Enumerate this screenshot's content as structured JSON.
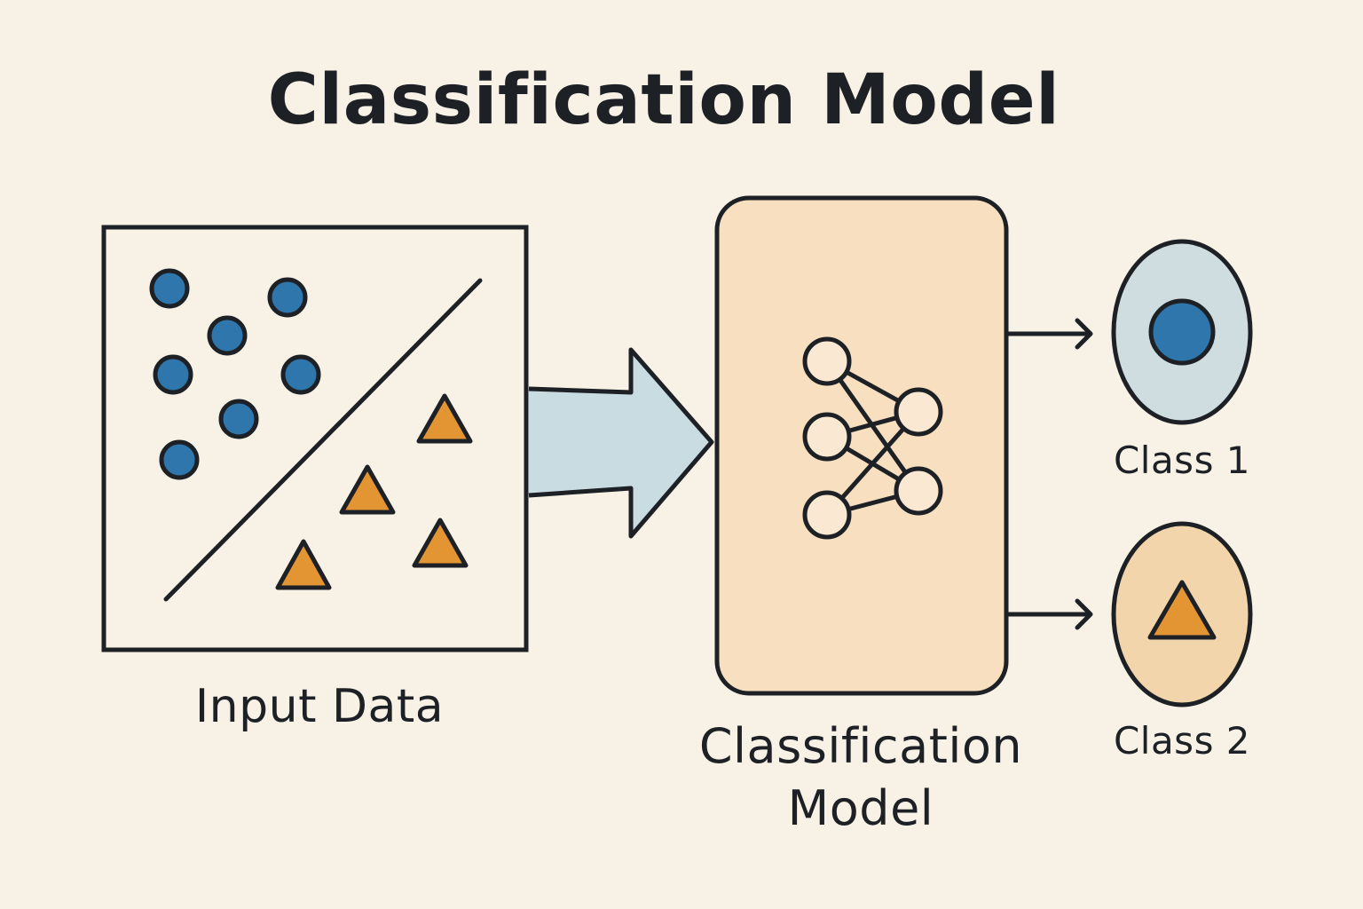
{
  "title": "Classification Model",
  "input_panel": {
    "label": "Input Data"
  },
  "model_box": {
    "label_line1": "Classification",
    "label_line2": "Model"
  },
  "outputs": [
    {
      "label": "Class 1",
      "icon": "circle"
    },
    {
      "label": "Class 2",
      "icon": "triangle"
    }
  ],
  "colors": {
    "background": "#f8f1e6",
    "outline": "#1d2125",
    "blue_point": "#2f76ad",
    "orange_point": "#e39533",
    "arrow_fill": "#c8dce2",
    "model_fill": "#f7dfc0",
    "class1_fill": "#cfdde1",
    "class2_fill": "#f3d5ab",
    "node_fill": "#fbe8d3"
  }
}
